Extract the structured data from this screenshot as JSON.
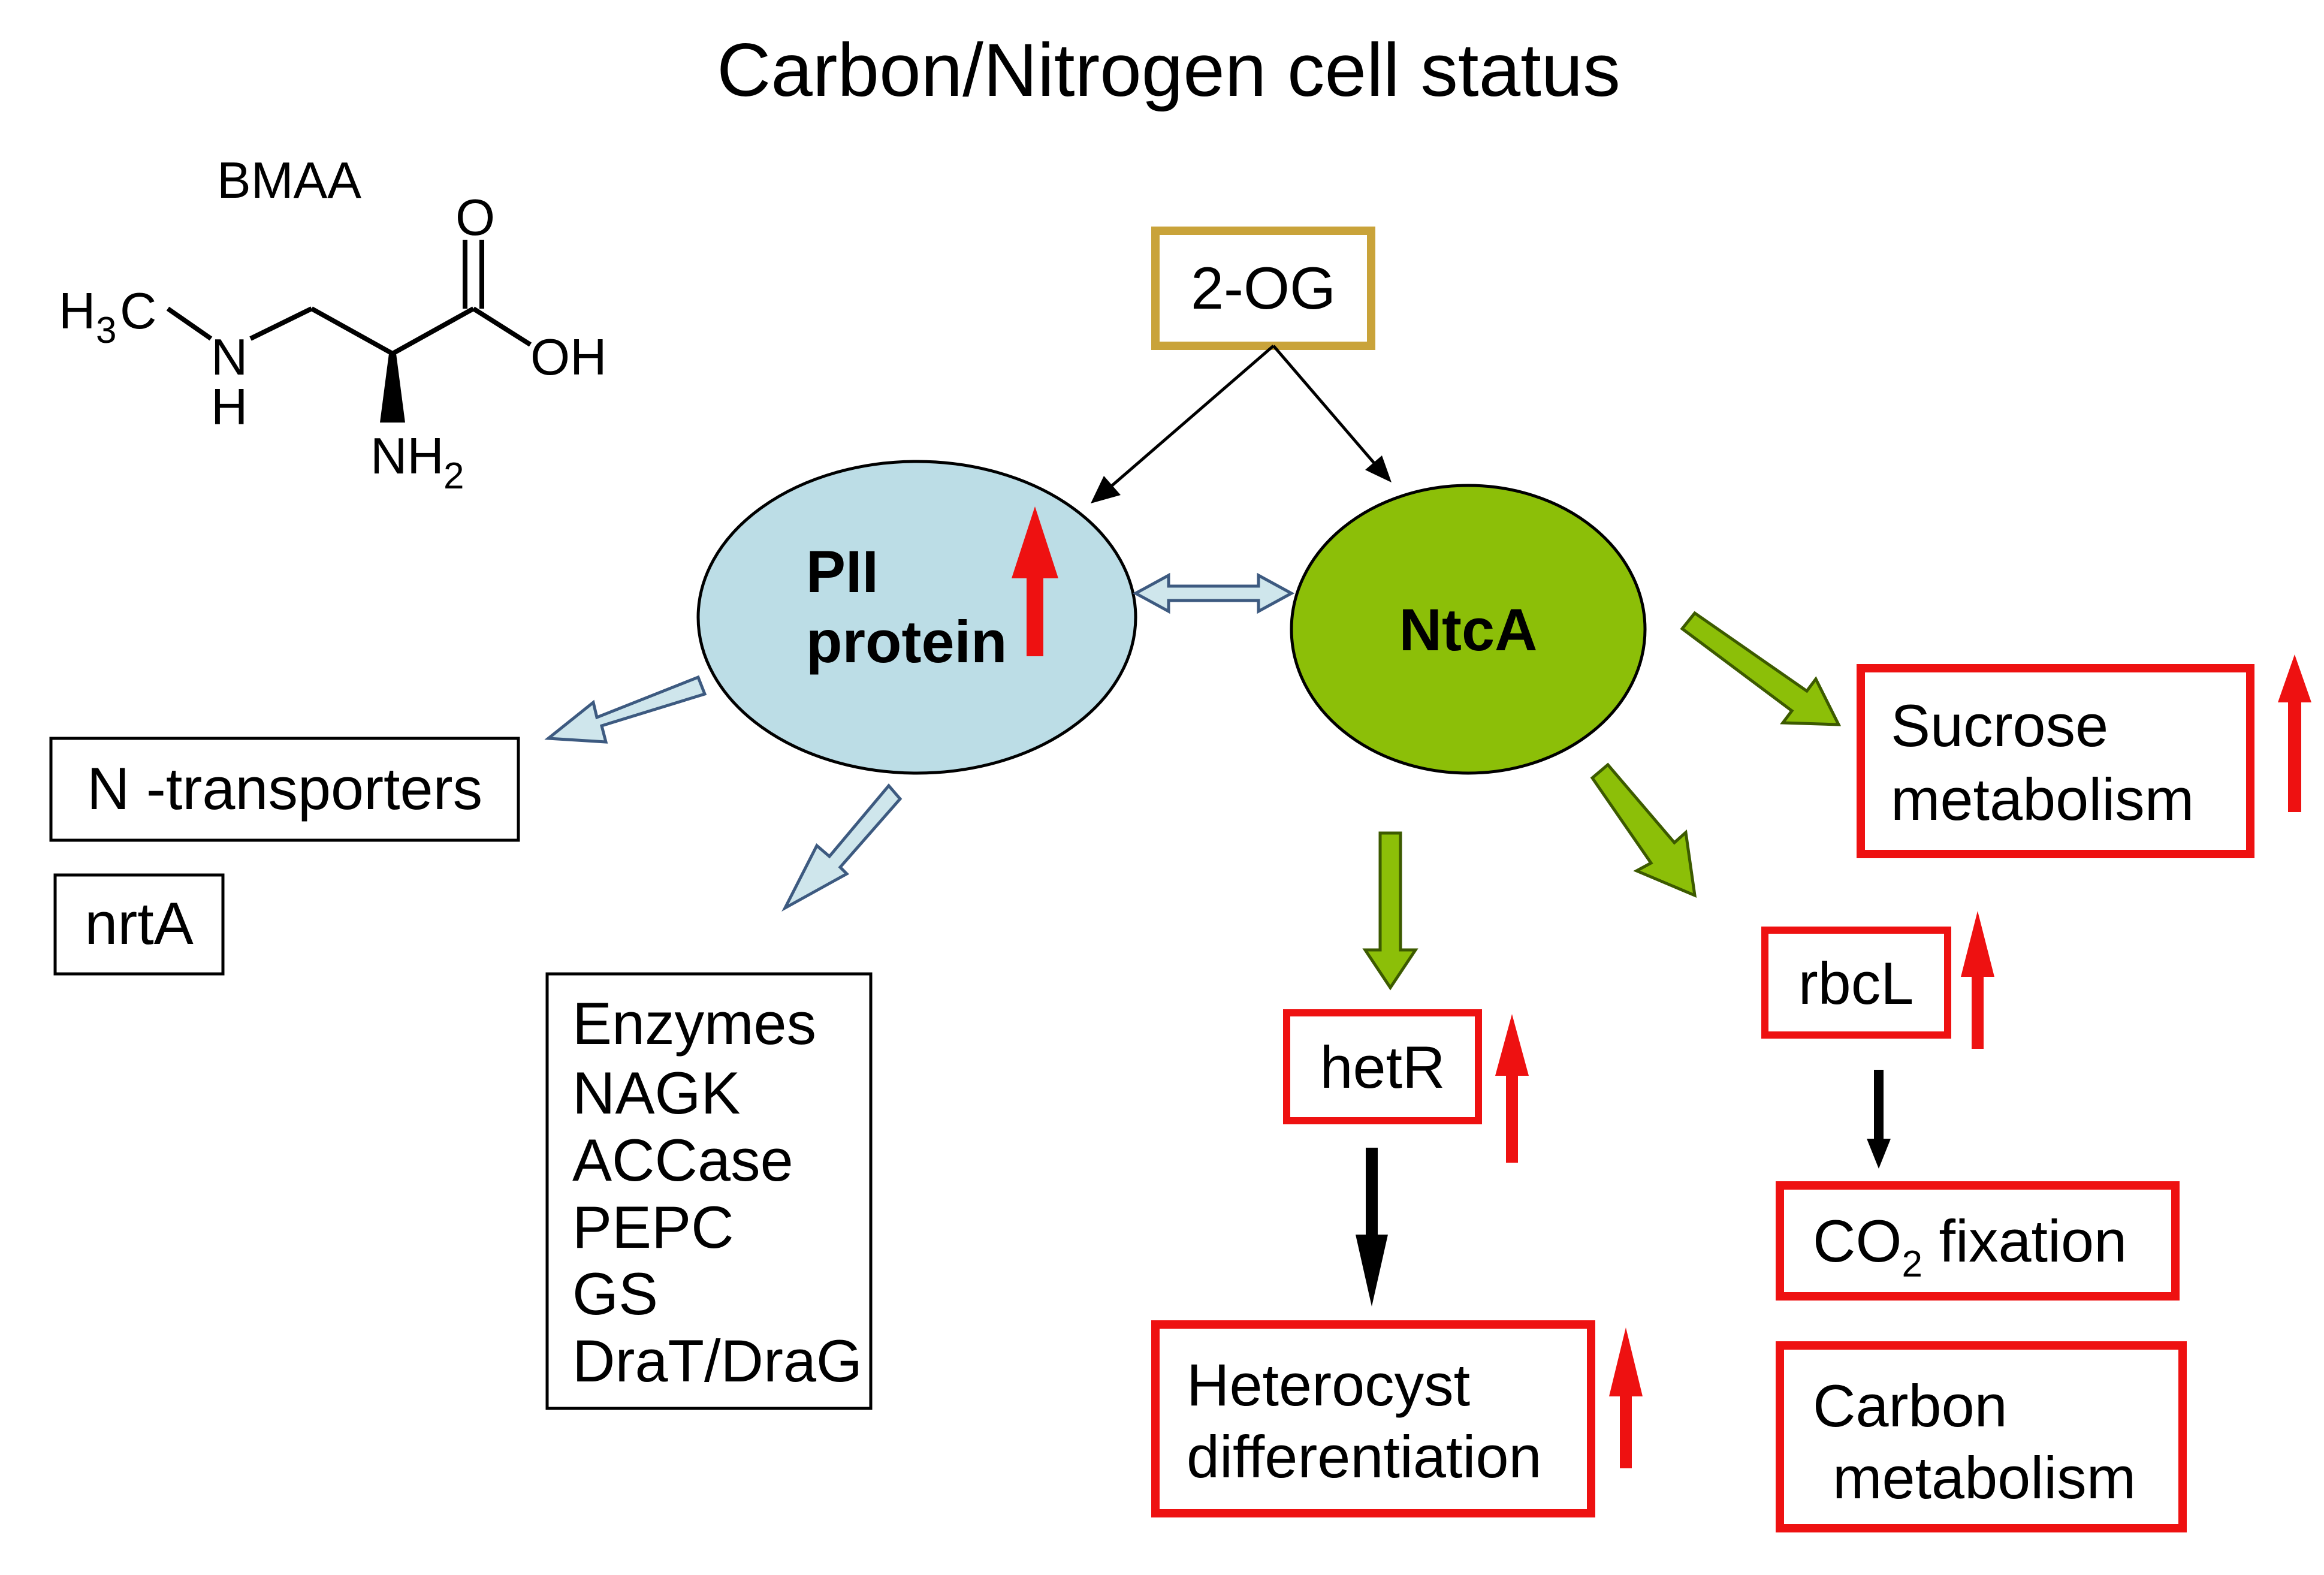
{
  "title": "Carbon/Nitrogen cell status",
  "molecule": {
    "name": "BMAA",
    "atoms": {
      "o": "O",
      "oh": "OH",
      "h3c_h": "H",
      "h3c_3": "3",
      "h3c_c": "C",
      "n": "N",
      "n_h": "H",
      "nh2_nh": "NH",
      "nh2_2": "2"
    }
  },
  "nodes": {
    "two_og": "2-OG",
    "pii_line1": "PII",
    "pii_line2": "protein",
    "ntca": "NtcA",
    "n_transporters": "N -transporters",
    "nrta": "nrtA",
    "enzymes": [
      "Enzymes",
      "NAGK",
      "ACCase",
      "PEPC",
      "GS",
      "DraT/DraG"
    ],
    "hetr": "hetR",
    "heterocyst_line1": "Heterocyst",
    "heterocyst_line2": "differentiation",
    "rbcl": "rbcL",
    "co2_co": "CO",
    "co2_sub": "2",
    "co2_rest": " fixation",
    "sucrose_line1": "Sucrose",
    "sucrose_line2": "metabolism",
    "carbon_line1": "Carbon",
    "carbon_line2": "metabolism"
  },
  "colors": {
    "pii_fill": "#bcdde6",
    "ntca_fill": "#8cbf08",
    "og_border": "#c9a33a",
    "highlight_border": "#ee1111",
    "up_arrow": "#ee1111",
    "pii_arrow": "#cfe6ec",
    "ntca_arrow": "#8cbf08"
  }
}
